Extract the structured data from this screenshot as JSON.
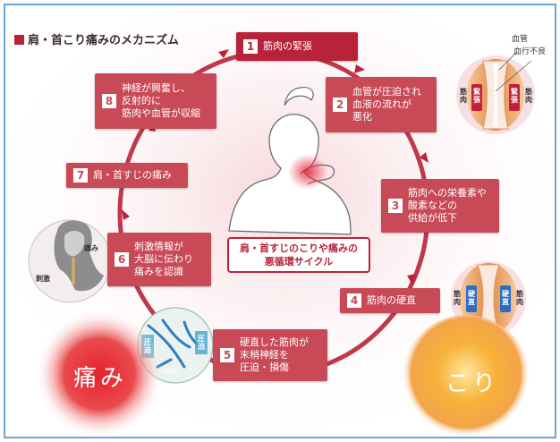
{
  "title": "肩・首こり痛みのメカニズム",
  "center_label": "肩・首すじのこりや痛みの\n悪循環サイクル",
  "steps": [
    {
      "num": "1",
      "text": "筋肉の緊張"
    },
    {
      "num": "2",
      "text": "血管が圧迫され\n血液の流れが\n悪化"
    },
    {
      "num": "3",
      "text": "筋肉への栄養素や\n酸素などの\n供給が低下"
    },
    {
      "num": "4",
      "text": "筋肉の硬直"
    },
    {
      "num": "5",
      "text": "硬直した筋肉が\n末梢神経を\n圧迫・損傷"
    },
    {
      "num": "6",
      "text": "刺激情報が\n大脳に伝わり\n痛みを認識"
    },
    {
      "num": "7",
      "text": "肩・首すじの痛み"
    },
    {
      "num": "8",
      "text": "神経が興奮し、\n反射的に\n筋肉や血管が収縮"
    }
  ],
  "vessel_top": {
    "legend_vessel": "血管",
    "legend_poor_flow": "血行不良",
    "muscle": "筋肉",
    "tension": "緊張"
  },
  "vessel_bottom": {
    "muscle": "筋肉",
    "stiff": "硬直"
  },
  "nerve_detail": {
    "pressure": "圧迫",
    "nerve": "神経"
  },
  "head_detail": {
    "pain": "痛み",
    "stimulus": "刺激"
  },
  "pain_circle": "痛み",
  "stiffness_circle": "こり",
  "colors": {
    "accent": "#b8233a",
    "step_box": "#c94a57",
    "arrow": "#b8233a",
    "pain_red": "#e0202a",
    "stiff_orange": "#f5a21e",
    "frame": "#6fa6d8"
  }
}
